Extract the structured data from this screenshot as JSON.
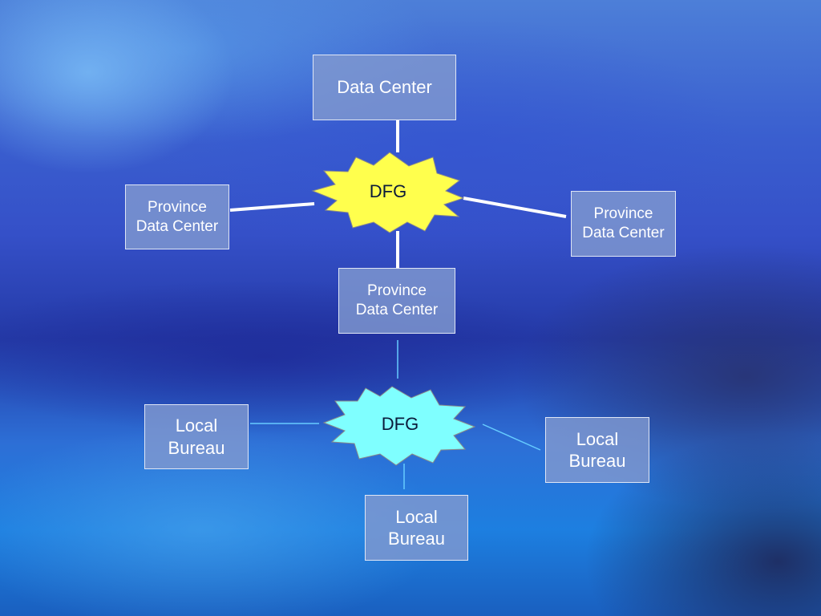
{
  "colors": {
    "node_fill": "#8098d0",
    "node_border": "#dfe6f6",
    "dfg_top_fill": "#ffff4d",
    "dfg_bottom_fill": "#7fffff",
    "connector_top": "#ffffff",
    "connector_bottom": "#66ccff"
  },
  "nodes": {
    "data_center": {
      "label": "Data Center"
    },
    "province_left": {
      "label": "Province\nData Center"
    },
    "province_right": {
      "label": "Province\nData Center"
    },
    "province_middle": {
      "label": "Province\nData Center"
    },
    "local_left": {
      "label": "Local\nBureau"
    },
    "local_right": {
      "label": "Local\nBureau"
    },
    "local_bottom": {
      "label": "Local\nBureau"
    }
  },
  "hubs": {
    "dfg_top": {
      "label": "DFG",
      "icon": "starburst-icon"
    },
    "dfg_bottom": {
      "label": "DFG",
      "icon": "starburst-icon"
    }
  }
}
